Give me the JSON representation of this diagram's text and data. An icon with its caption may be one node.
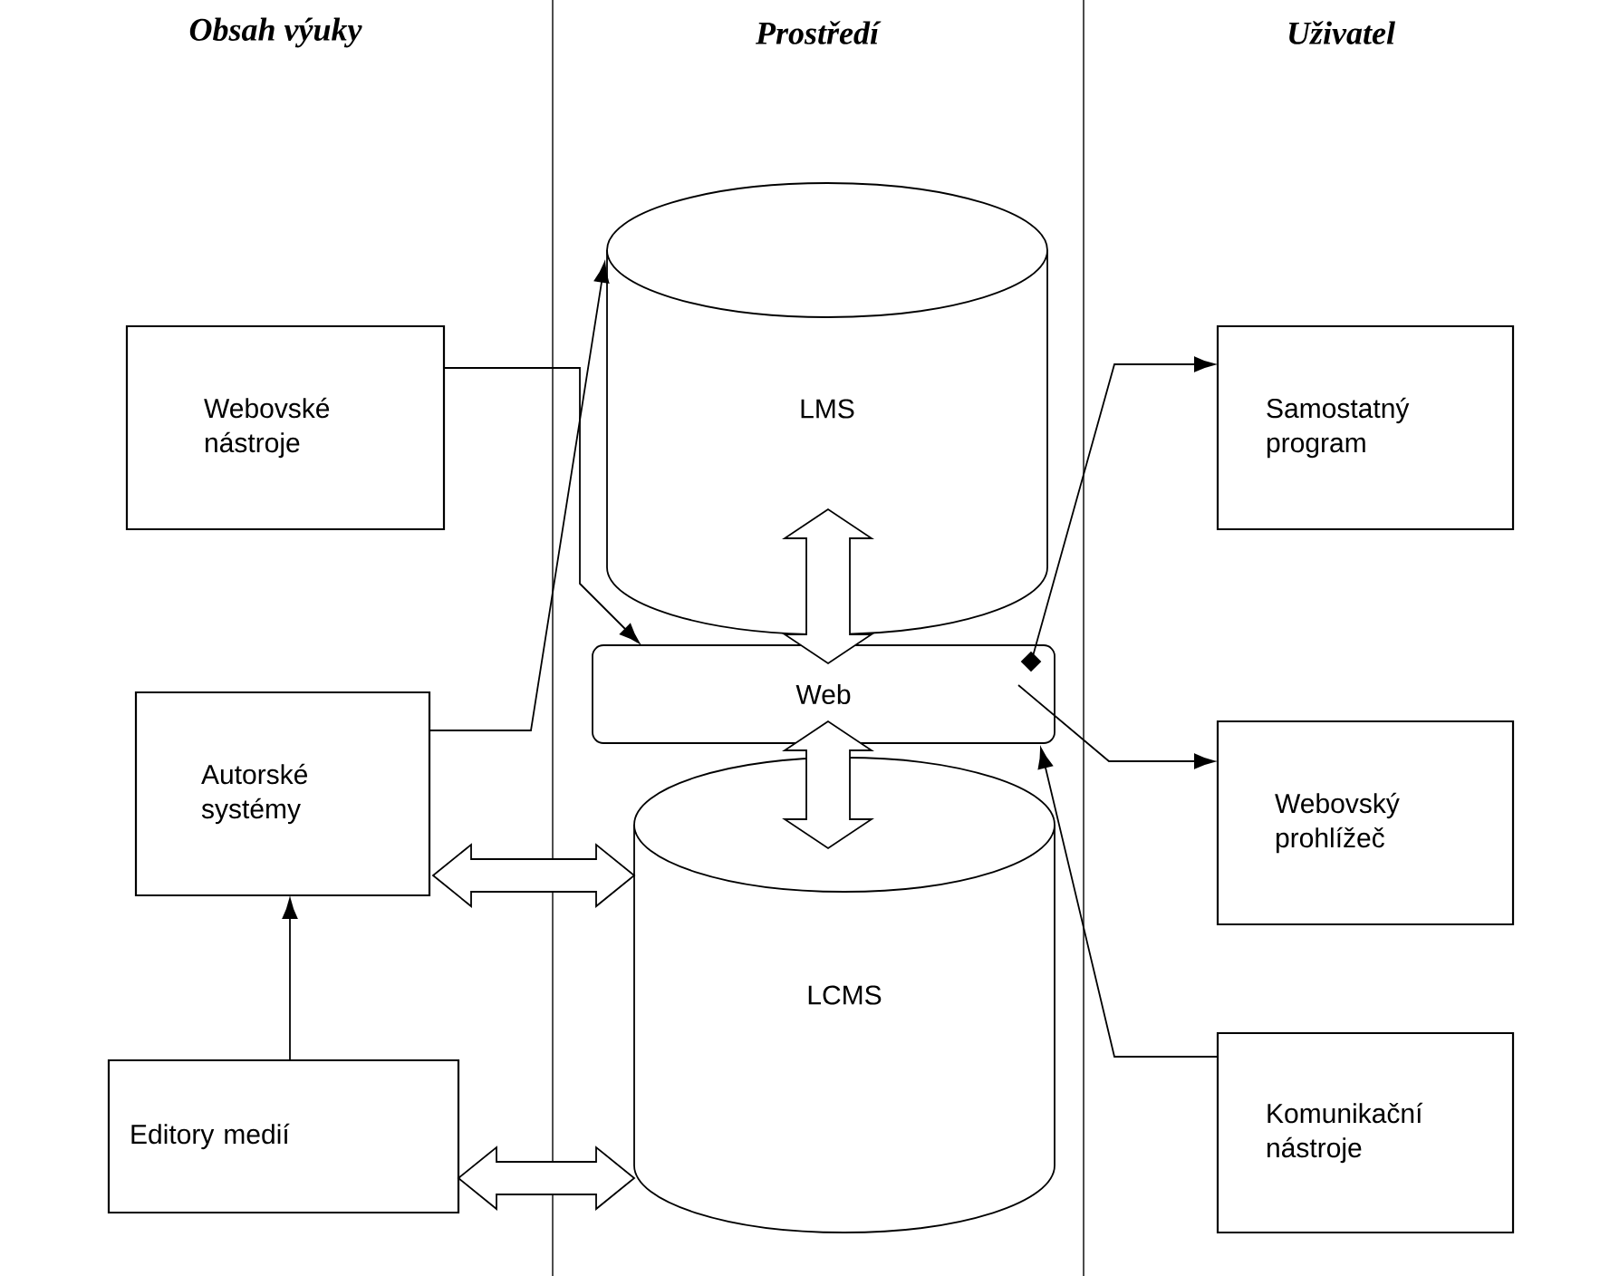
{
  "diagram": {
    "nodes": [
      {
        "text": [
          "Webovské nástroje"
        ]
      },
      {
        "text": [
          "Autorské systémy"
        ]
      },
      {
        "text": [
          "Editory medií"
        ]
      },
      {
        "text": [
          "LMS"
        ]
      },
      {
        "text": [
          "Web"
        ]
      },
      {
        "text": [
          "LCMS"
        ]
      },
      {
        "text": [
          "Samostatný program"
        ]
      },
      {
        "text": [
          "Webovský prohlížeč"
        ]
      },
      {
        "text": [
          "Komunikační nástroje"
        ]
      }
    ],
    "edges": [
      {
        "from": 0,
        "to": 4,
        "arrow": "to"
      },
      {
        "from": 1,
        "to": 3,
        "arrow": "to"
      },
      {
        "from": 2,
        "to": 1,
        "arrow": "to"
      },
      {
        "from": 4,
        "to": 6,
        "arrow": "to"
      },
      {
        "from": 4,
        "to": 7,
        "arrow": "to"
      },
      {
        "from": 8,
        "to": 4,
        "arrow": "to"
      },
      {
        "from": 3,
        "to": 4,
        "arrow": "both",
        "style": "thick"
      },
      {
        "from": 4,
        "to": 5,
        "arrow": "both",
        "style": "thick"
      },
      {
        "from": 1,
        "to": 5,
        "arrow": "both",
        "style": "thick"
      },
      {
        "from": 2,
        "to": 5,
        "arrow": "both",
        "style": "thick"
      }
    ],
    "labels": [
      "Obsah výuky",
      "Prostředí",
      "Uživatel"
    ]
  }
}
